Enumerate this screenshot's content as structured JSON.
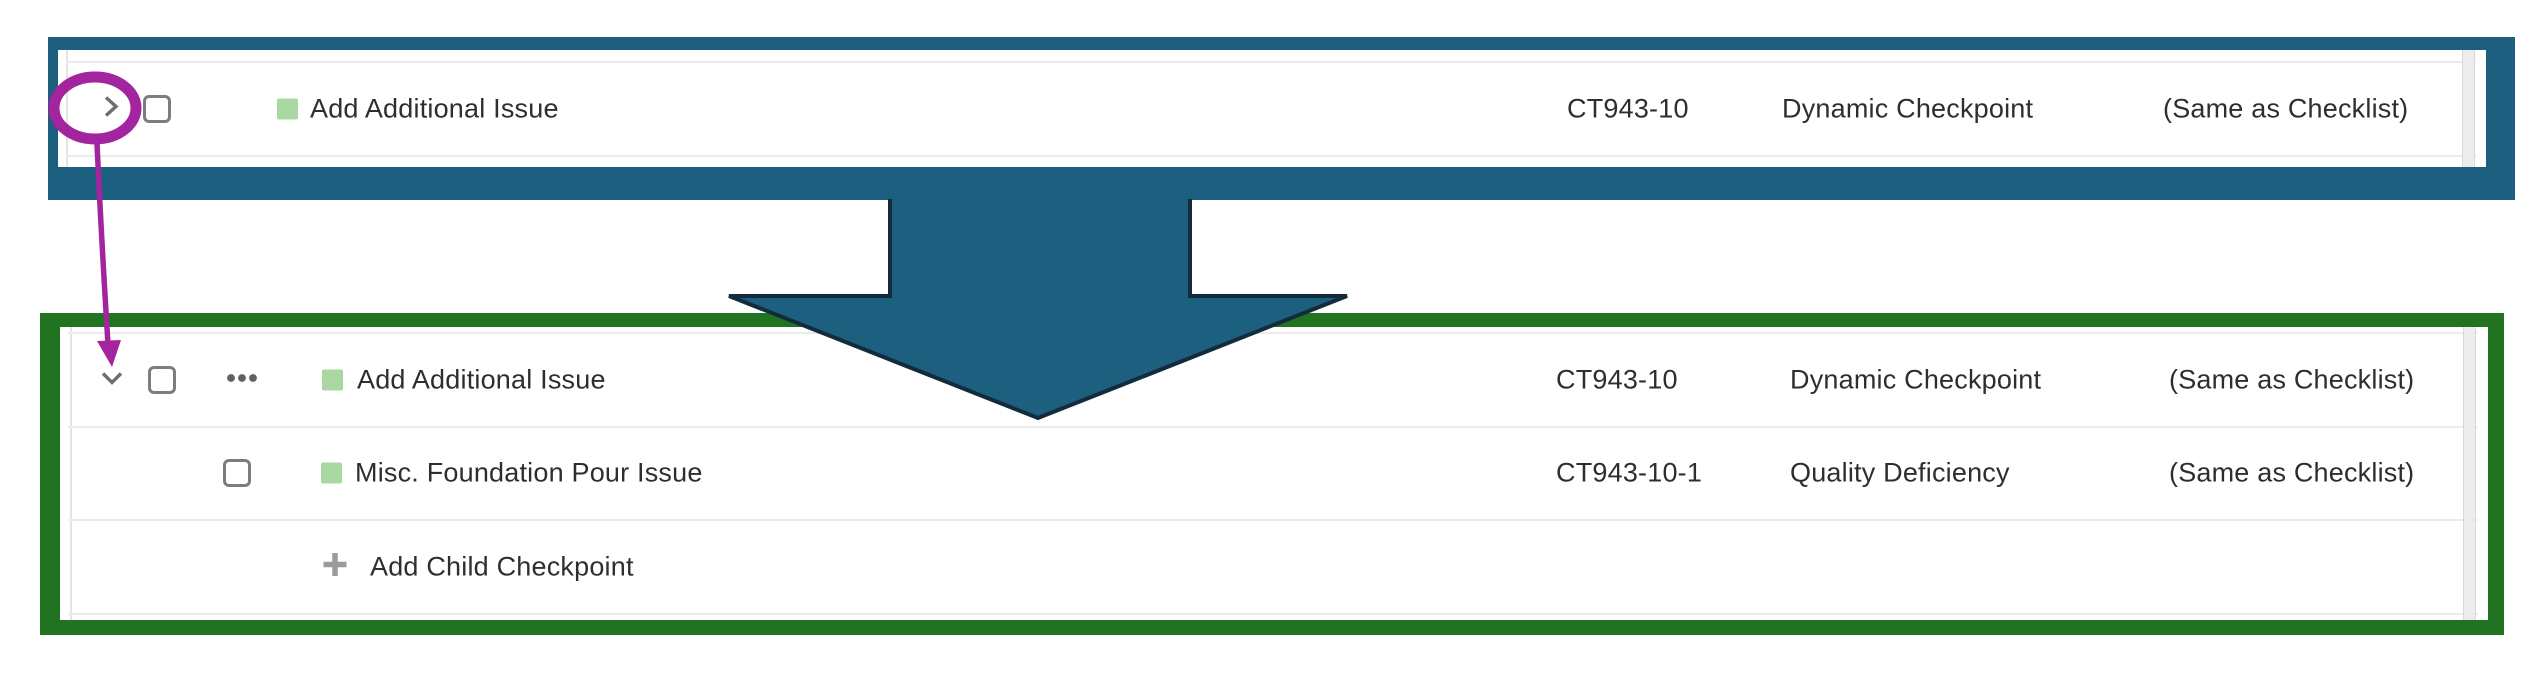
{
  "colors": {
    "top_panel_border": "#1C5F7E",
    "bottom_panel_border": "#217321",
    "arrow_fill": "#1C5F7E",
    "arrow_outline": "#132C3D",
    "annotation_purple": "#A2249E",
    "checkpoint_square_green": "#A9D7A2"
  },
  "panel_top": {
    "row": {
      "title": "Add Additional Issue",
      "code": "CT943-10",
      "type": "Dynamic Checkpoint",
      "response": "(Same as Checklist)"
    }
  },
  "panel_bottom": {
    "parent_row": {
      "title": "Add Additional Issue",
      "code": "CT943-10",
      "type": "Dynamic Checkpoint",
      "response": "(Same as Checklist)"
    },
    "child_row": {
      "title": "Misc. Foundation Pour Issue",
      "code": "CT943-10-1",
      "type": "Quality Deficiency",
      "response": "(Same as Checklist)"
    },
    "add_child": {
      "label": "Add Child Checkpoint"
    }
  }
}
